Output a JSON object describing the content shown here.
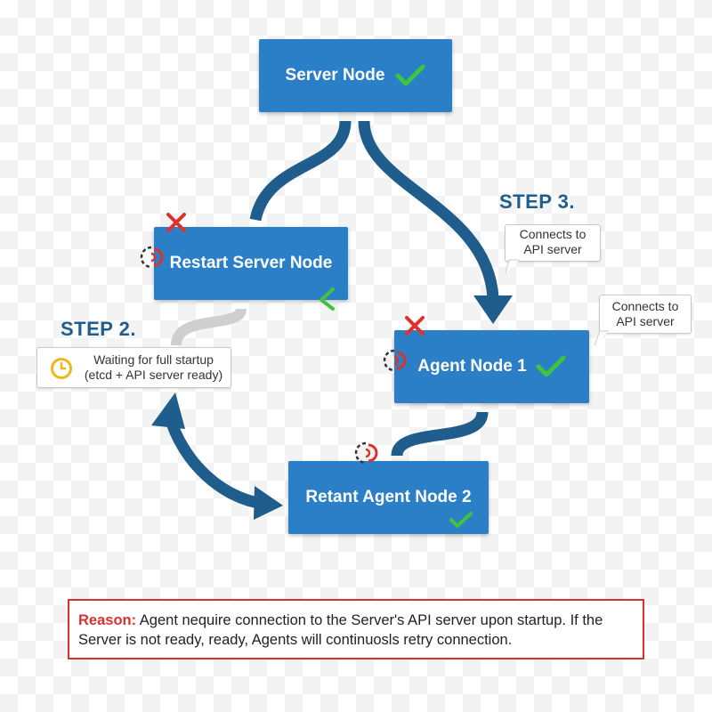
{
  "nodes": {
    "server": "Server Node",
    "restart_server": "Restart Server Node",
    "agent1": "Agent Node 1",
    "agent2": "Retant Agent Node 2"
  },
  "steps": {
    "step2": "STEP 2.",
    "step3": "STEP 3."
  },
  "callouts": {
    "step3_line1": "Connects to",
    "step3_line2": "API server",
    "agent_line1": "Connects to",
    "agent_line2": "API server",
    "wait_line1": "Waiting for full startup",
    "wait_line2": "(etcd + API server ready)"
  },
  "reason": {
    "label": "Reason:",
    "text": "Agent nequire connection to the Server's API server upon startup. If the Server is not ready, ready, Agents will continuosls retry connection."
  },
  "icons": {
    "success": "check-icon",
    "failure": "x-icon",
    "restart": "restart-icon",
    "wait": "clock-icon"
  },
  "colors": {
    "node": "#2b7fc7",
    "arrow": "#1f5d8c",
    "check": "#3ec43e",
    "cross": "#e0302b",
    "reason_border": "#d9322e",
    "clock": "#f1b71a"
  }
}
